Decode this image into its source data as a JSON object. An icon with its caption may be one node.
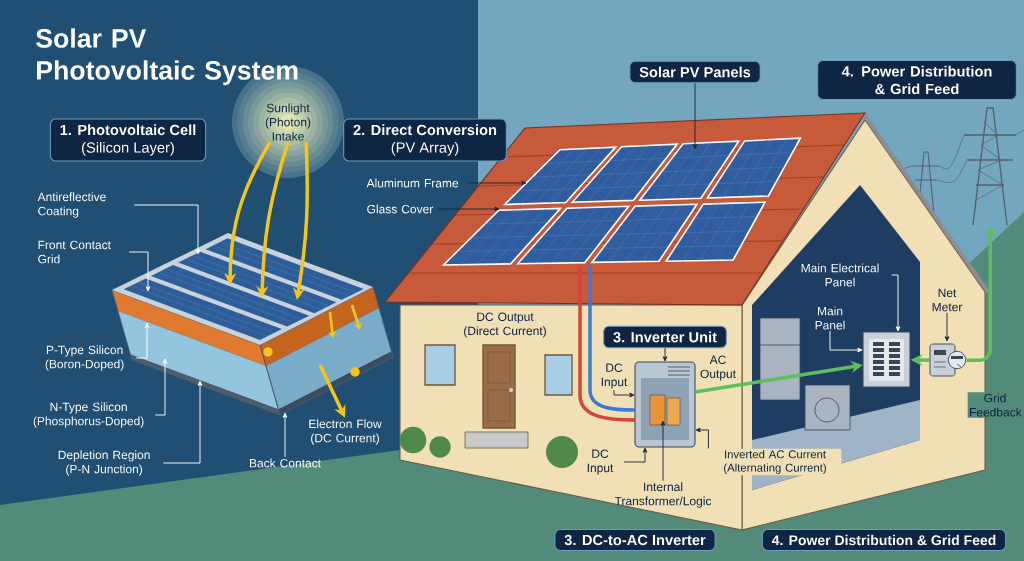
{
  "diagram": {
    "title": "Solar PV Photovoltaic System",
    "nodes": [
      {
        "text": [
          "1. Photovoltaic Cell",
          "(Silicon Layer)"
        ]
      },
      {
        "text": [
          "2. Direct Conversion",
          "(PV Array)"
        ]
      },
      {
        "text": [
          "Solar PV Panels"
        ]
      },
      {
        "text": [
          "4. Power Distribution & Grid Feed"
        ]
      },
      {
        "text": [
          "Sunlight (Photon) Intake"
        ]
      },
      {
        "text": [
          "Antireflective Coating"
        ]
      },
      {
        "text": [
          "Front Contact Grid"
        ]
      },
      {
        "text": [
          "Aluminum Frame"
        ]
      },
      {
        "text": [
          "Glass Cover"
        ]
      },
      {
        "text": [],
        "shape": "picture"
      },
      {
        "text": [],
        "shape": "picture"
      },
      {
        "text": [
          "P-Type Silicon (Boron-Doped)"
        ]
      },
      {
        "text": [
          "N-Type Silicon (Phosphorus-Doped)"
        ]
      },
      {
        "text": [
          "Depletion Region (P-N Junction)"
        ]
      },
      {
        "text": [
          "Back Contact"
        ]
      },
      {
        "text": [
          "Electron Flow (DC Current)"
        ]
      },
      {
        "text": [
          "3. Inverter Unit"
        ]
      },
      {
        "text": [],
        "shape": "picture"
      },
      {
        "text": [
          "DC Input"
        ]
      },
      {
        "text": [
          "DC Input"
        ]
      },
      {
        "text": [
          "Internal Transformer/Logic"
        ]
      },
      {
        "text": [
          "Inverted AC Current (Alternating Current)"
        ]
      },
      {
        "text": [
          "Main Electrical Panel"
        ]
      },
      {
        "text": [
          "Main Panel"
        ]
      },
      {
        "text": [],
        "shape": "picture"
      },
      {
        "text": [
          "Net Meter"
        ]
      },
      {
        "text": [],
        "shape": "picture"
      },
      {
        "text": [],
        "shape": "picture"
      },
      {
        "text": [
          "3. DC-to-AC Inverter"
        ]
      },
      {
        "text": [
          "4. Power Distribution & Grid Feed"
        ]
      }
    ],
    "edges": [
      {
        "from": 4,
        "to": 9,
        "arrow": "to",
        "style": "thick",
        "color": "#f5c518"
      },
      {
        "from": 4,
        "to": 9,
        "arrow": "to",
        "style": "thick",
        "color": "#f5c518"
      },
      {
        "from": 4,
        "to": 9,
        "arrow": "to",
        "style": "thick",
        "color": "#f5c518"
      },
      {
        "from": 5,
        "to": 9,
        "arrow": "to",
        "color": "#ffffff"
      },
      {
        "from": 6,
        "to": 9,
        "arrow": "to",
        "color": "#ffffff"
      },
      {
        "from": 7,
        "to": 10,
        "arrow": "to"
      },
      {
        "from": 8,
        "to": 10,
        "arrow": "to"
      },
      {
        "from": 2,
        "to": 10,
        "arrow": "to"
      },
      {
        "from": 11,
        "to": 9,
        "arrow": "to",
        "color": "#ffffff"
      },
      {
        "from": 12,
        "to": 9,
        "arrow": "to",
        "color": "#ffffff"
      },
      {
        "from": 13,
        "to": 9,
        "arrow": "to",
        "color": "#ffffff"
      },
      {
        "from": 14,
        "to": 9,
        "arrow": "to",
        "color": "#ffffff"
      },
      {
        "from": 9,
        "to": 15,
        "arrow": "to",
        "style": "thick",
        "color": "#f5c518"
      },
      {
        "from": 16,
        "to": 17,
        "arrow": "to"
      },
      {
        "from": 18,
        "to": 17,
        "arrow": "to"
      },
      {
        "from": 19,
        "to": 17,
        "arrow": "to"
      },
      {
        "from": 20,
        "to": 17,
        "arrow": "to"
      },
      {
        "from": 21,
        "to": 17,
        "arrow": "to"
      },
      {
        "from": 22,
        "to": 24,
        "arrow": "to",
        "color": "#ffffff"
      },
      {
        "from": 23,
        "to": 24,
        "arrow": "to",
        "color": "#ffffff"
      },
      {
        "from": 25,
        "to": 26,
        "arrow": "to"
      },
      {
        "from": 10,
        "to": 17,
        "arrow": "none",
        "style": "thick",
        "color": "#d8433a"
      },
      {
        "from": 10,
        "to": 17,
        "arrow": "none",
        "style": "thick",
        "color": "#3b7bd4"
      },
      {
        "from": 17,
        "to": 24,
        "arrow": "to",
        "style": "thick",
        "color": "#5cbf5c"
      },
      {
        "from": 26,
        "to": 24,
        "arrow": "to",
        "style": "thick",
        "color": "#5cbf5c"
      },
      {
        "from": 26,
        "to": 27,
        "arrow": "to",
        "style": "thick",
        "color": "#5cbf5c"
      }
    ],
    "labels": [
      "DC Output (Direct Current)",
      "AC Output",
      "Grid Feedback"
    ]
  }
}
